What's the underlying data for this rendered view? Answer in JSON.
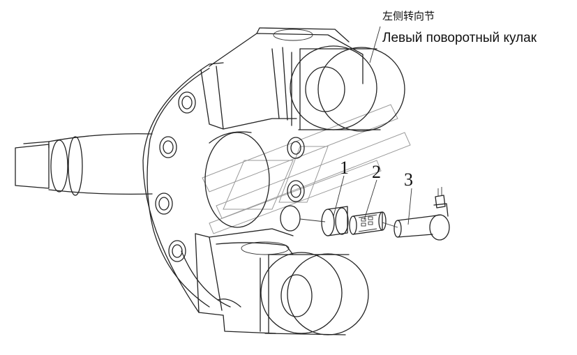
{
  "title": {
    "cn": "左侧转向节",
    "ru": "Левый поворотный кулак"
  },
  "callouts": [
    "1",
    "2",
    "3"
  ]
}
